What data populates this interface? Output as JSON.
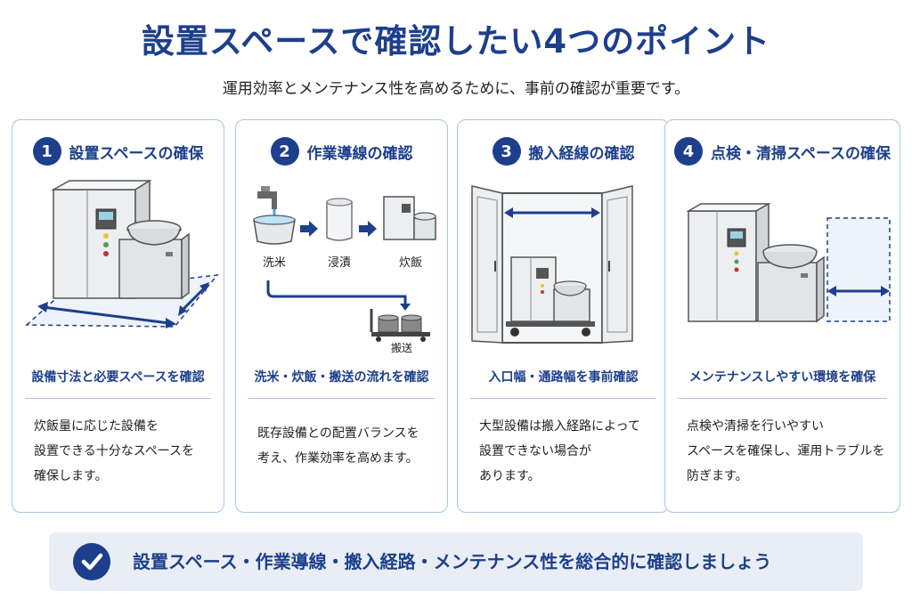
{
  "title": "設置スペースで確認したい4つのポイント",
  "subtitle": "運用効率とメンテナンス性を高めるために、事前の確認が重要です。",
  "colors": {
    "primary": "#1d3f8c",
    "border": "#aac3e2",
    "footer_bg": "#e9eef6"
  },
  "cards": [
    {
      "number": "1",
      "heading": "設置スペースの確保",
      "caption": "設備寸法と必要スペースを確認",
      "desc": [
        "炊飯量に応じた設備を",
        "設置できる十分なスペースを",
        "確保します。"
      ],
      "icon": "rice-cooker-floor-space-icon"
    },
    {
      "number": "2",
      "heading": "作業導線の確認",
      "caption": "洗米・炊飯・搬送の流れを確認",
      "desc": [
        "既存設備との配置バランスを",
        "考え、作業効率を高めます。"
      ],
      "icon": "workflow-icon",
      "flow": {
        "step1": "洗米",
        "step2": "浸漬",
        "step3": "炊飯",
        "step4": "搬送"
      }
    },
    {
      "number": "3",
      "heading": "搬入経線の確認",
      "caption": "入口幅・通路幅を事前確認",
      "desc": [
        "大型設備は搬入経路によって",
        "設置できない場合が",
        "あります。"
      ],
      "icon": "doorway-delivery-icon"
    },
    {
      "number": "4",
      "heading": "点検・清掃スペースの確保",
      "caption": "メンテナンスしやすい環境を確保",
      "desc": [
        "点検や清掃を行いやすい",
        "スペースを確保し、運用トラブルを",
        "防ぎます。"
      ],
      "icon": "maintenance-space-icon"
    }
  ],
  "footer": {
    "text": "設置スペース・作業導線・搬入経路・メンテナンス性を総合的に確認しましょう",
    "icon": "check-circle-icon"
  }
}
